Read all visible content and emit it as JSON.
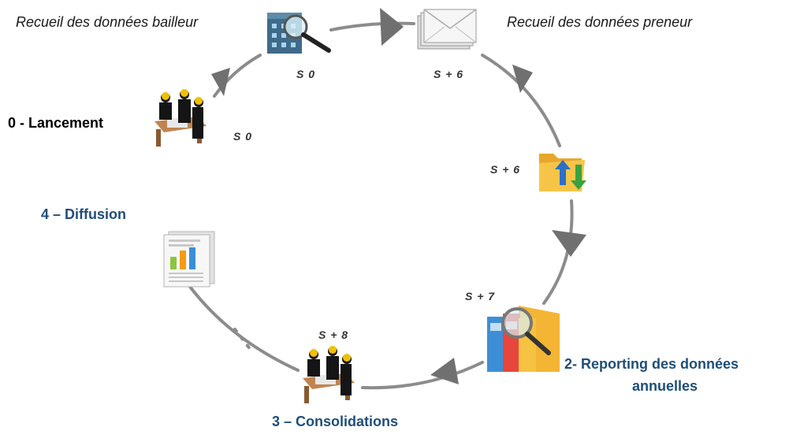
{
  "labels": {
    "recueil_bailleur": "Recueil des données bailleur",
    "recueil_preneur": "Recueil des données preneur",
    "lancement": "0 - Lancement",
    "diffusion": "4 – Diffusion",
    "consolidations": "3 – Consolidations",
    "reporting_line1": "2- Reporting des données",
    "reporting_line2": "annuelles"
  },
  "weeks": {
    "s0_top": "S 0",
    "s0_left": "S 0",
    "s6_top": "S + 6",
    "s6_right": "S + 6",
    "s7": "S + 7",
    "s8": "S + 8"
  },
  "icons": {
    "building_search": "building-magnifier-icon",
    "envelope": "envelope-stack-icon",
    "folder_arrows": "folder-transfer-icon",
    "binders_search": "binders-magnifier-icon",
    "meeting_top": "business-meeting-icon",
    "meeting_bottom": "business-meeting-icon",
    "report": "report-document-icon"
  },
  "colors": {
    "cycle_line": "#8c8c8c",
    "arrow": "#6e6e6e",
    "blue_label": "#1f4e79"
  }
}
